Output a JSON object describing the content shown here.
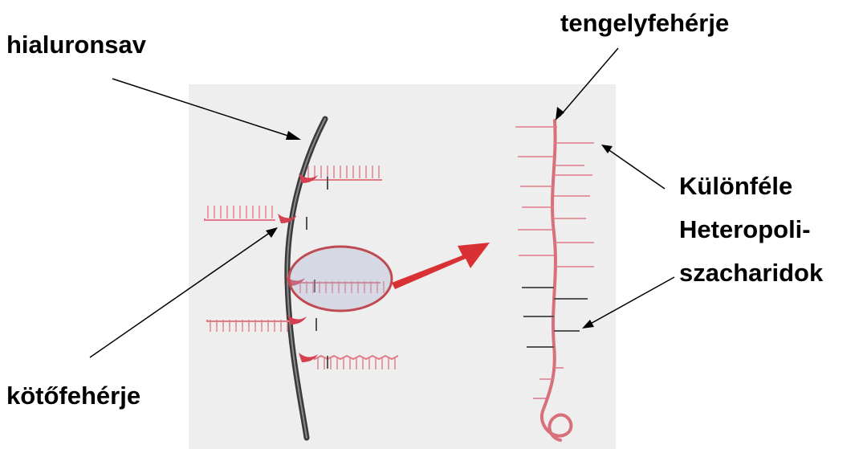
{
  "labels": {
    "hyaluronic_acid": "hialuronsav",
    "core_protein": "tengelyfehérje",
    "link_protein": "kötőfehérje",
    "heteropoly_line1": "Különféle",
    "heteropoly_line2": "Heteropoli-",
    "heteropoly_line3": "szacharidok"
  },
  "colors": {
    "chain_pink": "#e07b87",
    "link_red": "#d4404f",
    "axis_dark": "#3a3a3a",
    "grey_chain": "#555555",
    "arrow_red": "#d93034",
    "panel_bg": "#eeeeee"
  }
}
